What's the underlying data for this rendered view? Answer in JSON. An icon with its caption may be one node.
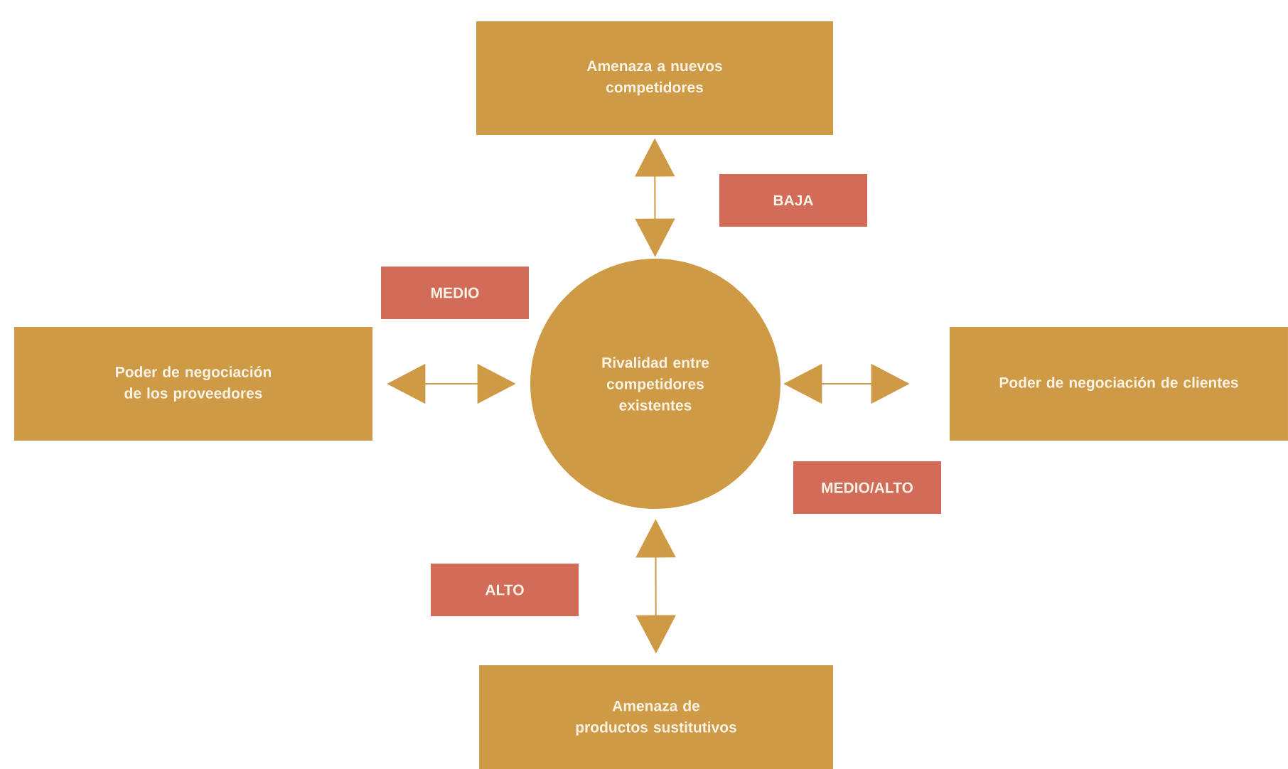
{
  "diagram": {
    "nodes": [
      {
        "text": [
          "Amenaza a nuevos competidores"
        ]
      },
      {
        "text": [
          "Poder de negociación de los proveedores"
        ]
      },
      {
        "text": [
          "Rivalidad entre competidores existentes"
        ]
      },
      {
        "text": [
          "Poder de negociación de clientes"
        ]
      },
      {
        "text": [
          "Amenaza de productos sustitutivos"
        ]
      }
    ],
    "edges": [
      {
        "from": 0,
        "to": 2,
        "arrow": "both"
      },
      {
        "from": 1,
        "to": 2,
        "arrow": "both"
      },
      {
        "from": 2,
        "to": 3,
        "arrow": "both"
      },
      {
        "from": 2,
        "to": 4,
        "arrow": "both"
      }
    ],
    "labels": [
      "BAJA",
      "MEDIO",
      "MEDIO/ALTO",
      "ALTO"
    ]
  }
}
